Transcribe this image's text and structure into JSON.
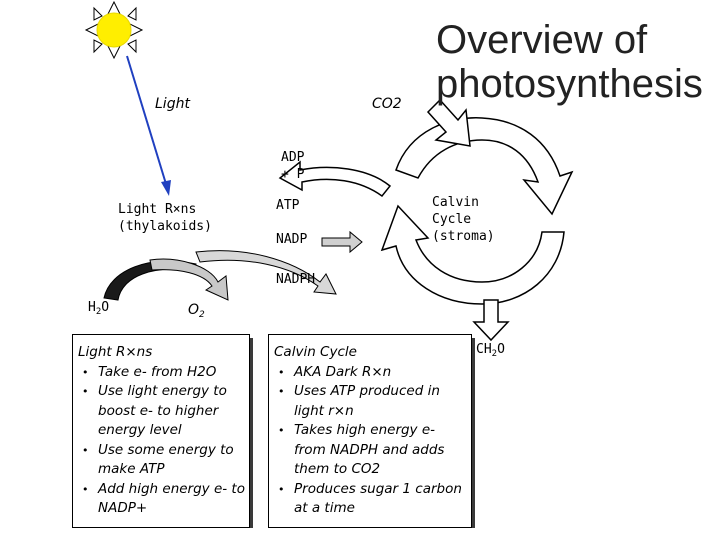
{
  "title_line1": "Overview of",
  "title_line2": "photosynthesis",
  "labels": {
    "light": "Light",
    "co2": "CO2",
    "adp_line1": "ADP",
    "adp_line2": "+ P",
    "atp": "ATP",
    "nadp": "NADP",
    "nadph": "NADPH",
    "light_rxns_line1": "Light R×ns",
    "light_rxns_line2": "(thylakoids)",
    "calvin_line1": "Calvin",
    "calvin_line2": "Cycle",
    "calvin_line3": "(stroma)",
    "h2o_main": "H",
    "h2o_sub": "2",
    "h2o_end": "O",
    "o2_main": "O",
    "o2_sub": "2",
    "ch2o_main": "CH",
    "ch2o_sub": "2",
    "ch2o_end": "O"
  },
  "light_box": {
    "heading": "Light R×ns",
    "items": [
      "Take e- from H2O",
      "Use light energy to boost e- to higher energy level",
      "Use some energy to make ATP",
      "Add high energy e- to NADP+"
    ]
  },
  "calvin_box": {
    "heading": "Calvin Cycle",
    "items": [
      "AKA Dark R×n",
      "Uses ATP produced in light r×n",
      "Takes high energy e- from NADPH and adds them to CO2",
      "Produces sugar 1 carbon at a time"
    ]
  },
  "colors": {
    "sun": "#ffee00",
    "light_arrow": "#2040c0",
    "arrow_fill": "#ffffff",
    "outline": "#000000",
    "box_shadow": "#3a3a3a"
  },
  "icons": [
    "sun-icon",
    "light-ray-arrow",
    "cycle-arrows"
  ]
}
